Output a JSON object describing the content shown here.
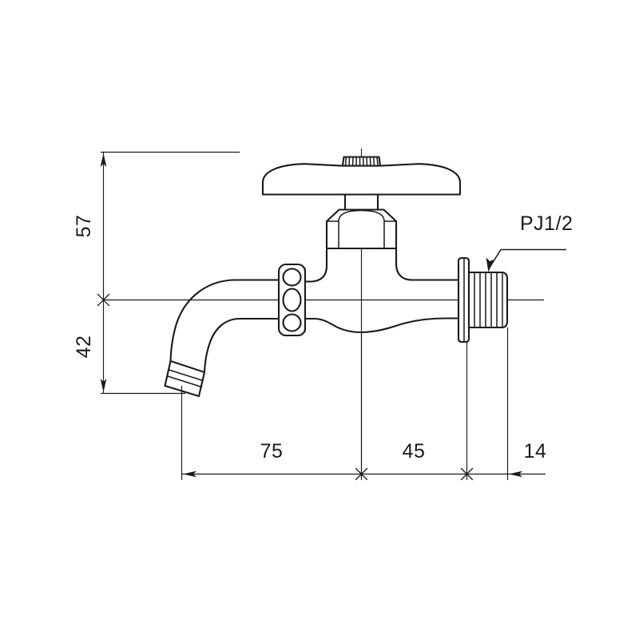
{
  "drawing": {
    "title": "Wall-mounted faucet dimensional drawing",
    "units": "mm",
    "background_color": "#ffffff",
    "line_color": "#1a1a1a",
    "dimensions": {
      "vertical": [
        {
          "id": "dim-57",
          "label": "57",
          "value": 57,
          "orientation": "vertical",
          "position": "left-upper"
        },
        {
          "id": "dim-42",
          "label": "42",
          "value": 42,
          "orientation": "vertical",
          "position": "left-lower"
        }
      ],
      "horizontal": [
        {
          "id": "dim-75",
          "label": "75",
          "value": 75,
          "orientation": "horizontal",
          "position": "bottom-left"
        },
        {
          "id": "dim-45",
          "label": "45",
          "value": 45,
          "orientation": "horizontal",
          "position": "bottom-middle"
        },
        {
          "id": "dim-14",
          "label": "14",
          "value": 14,
          "orientation": "horizontal",
          "position": "bottom-right"
        }
      ]
    },
    "annotations": [
      {
        "id": "note-thread",
        "label": "PJ1/2",
        "target": "inlet-thread",
        "leader": "down-left-arrow"
      }
    ],
    "parts": [
      {
        "id": "handle-cap",
        "name": "knurled-handle-cap"
      },
      {
        "id": "handle",
        "name": "dome-handle"
      },
      {
        "id": "handle-stem",
        "name": "handle-stem"
      },
      {
        "id": "bonnet-nut",
        "name": "hex-bonnet-nut"
      },
      {
        "id": "body",
        "name": "faucet-body"
      },
      {
        "id": "spout",
        "name": "curved-spout"
      },
      {
        "id": "spout-tip",
        "name": "spout-aerator-tip"
      },
      {
        "id": "three-hole-plate",
        "name": "three-oval-hole-plate"
      },
      {
        "id": "wall-flange",
        "name": "wall-flange"
      },
      {
        "id": "inlet-thread",
        "name": "pj-threaded-inlet"
      }
    ]
  }
}
